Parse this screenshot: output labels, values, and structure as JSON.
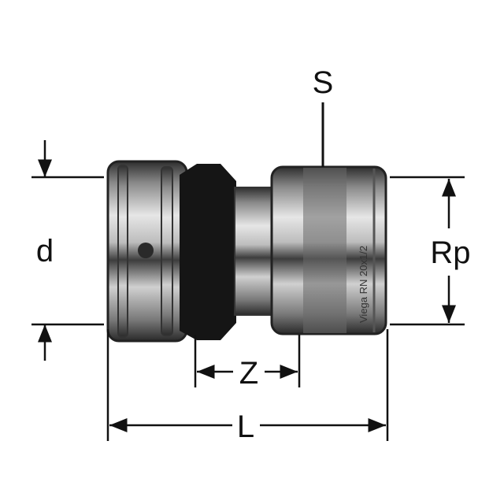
{
  "labels": {
    "s": "S",
    "d": "d",
    "rp": "Rp",
    "z": "Z",
    "l": "L"
  },
  "engraving": "Viega RN 20x1/2",
  "colors": {
    "line": "#111111",
    "metal_dark": "#3a3a3a",
    "metal_light": "#d8d8d8",
    "collar": "#151515"
  }
}
